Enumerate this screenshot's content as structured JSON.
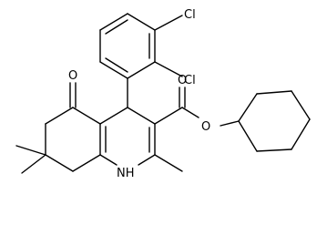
{
  "molecule": {
    "atom_labels": {
      "cl_top": "Cl",
      "cl_mid": "Cl",
      "carbonyl_o": "O",
      "ester_o_double": "O",
      "ester_o_single": "O",
      "nh": "NH"
    },
    "stroke_color": "#000000",
    "background_color": "#ffffff"
  }
}
